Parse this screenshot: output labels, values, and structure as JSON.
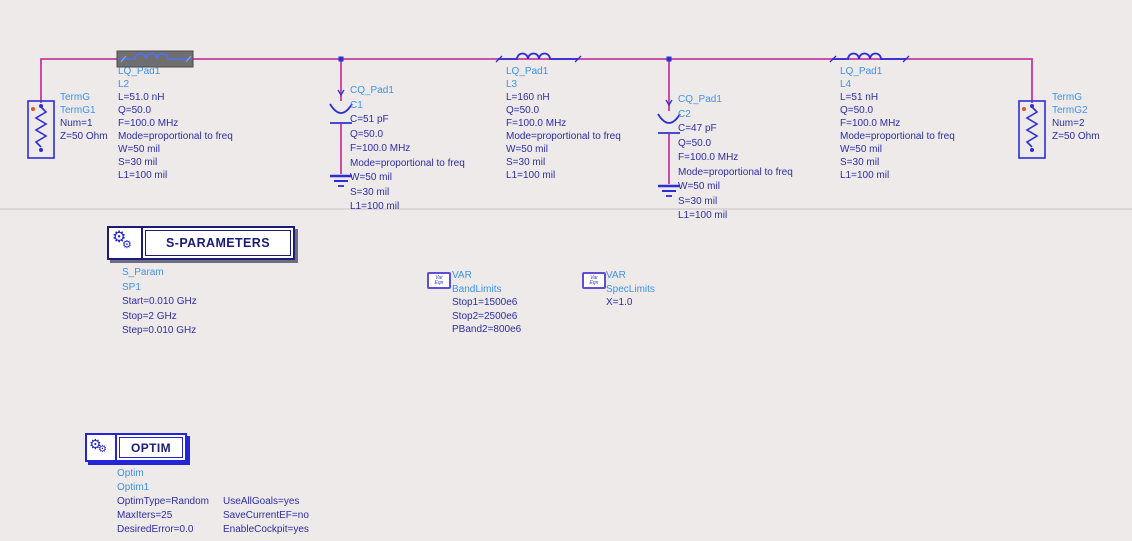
{
  "app": {
    "view": "schematic-canvas"
  },
  "accent_colors": {
    "background": "#edeae9",
    "wire": "#c73a9c",
    "component": "#2e2ed6",
    "instance_label": "#3e93ee",
    "param_label": "#2d2da6",
    "selection_gray": "#6f6f6f",
    "controller_border_navy": "#1c1c78",
    "controller_border_blue": "#2525d8",
    "pin_dot_orange": "#e0541e"
  },
  "icons": {
    "sparams_icon": "gear-icon",
    "optim_icon": "gear-icon",
    "var_icon": "var-eqn-icon"
  },
  "components": {
    "term1": {
      "type": "TermG",
      "name": "TermG1",
      "params": [
        "Num=1",
        "Z=50 Ohm"
      ]
    },
    "l2": {
      "type": "LQ_Pad1",
      "name": "L2",
      "params": [
        "L=51.0 nH",
        "Q=50.0",
        "F=100.0 MHz",
        "Mode=proportional to freq",
        "W=50 mil",
        "S=30 mil",
        "L1=100 mil"
      ]
    },
    "c1": {
      "type": "CQ_Pad1",
      "name": "C1",
      "params": [
        "C=51 pF",
        "Q=50.0",
        "F=100.0 MHz",
        "Mode=proportional to freq",
        "W=50 mil",
        "S=30 mil",
        "L1=100 mil"
      ]
    },
    "l3": {
      "type": "LQ_Pad1",
      "name": "L3",
      "params": [
        "L=160 nH",
        "Q=50.0",
        "F=100.0 MHz",
        "Mode=proportional to freq",
        "W=50 mil",
        "S=30 mil",
        "L1=100 mil"
      ]
    },
    "c2": {
      "type": "CQ_Pad1",
      "name": "C2",
      "params": [
        "C=47 pF",
        "Q=50.0",
        "F=100.0 MHz",
        "Mode=proportional to freq",
        "W=50 mil",
        "S=30 mil",
        "L1=100 mil"
      ]
    },
    "l4": {
      "type": "LQ_Pad1",
      "name": "L4",
      "params": [
        "L=51 nH",
        "Q=50.0",
        "F=100.0 MHz",
        "Mode=proportional to freq",
        "W=50 mil",
        "S=30 mil",
        "L1=100 mil"
      ]
    },
    "term2": {
      "type": "TermG",
      "name": "TermG2",
      "params": [
        "Num=2",
        "Z=50 Ohm"
      ]
    }
  },
  "controllers": {
    "sparams": {
      "box_label": "S-PARAMETERS",
      "type": "S_Param",
      "name": "SP1",
      "params": [
        "Start=0.010 GHz",
        "Stop=2 GHz",
        "Step=0.010 GHz"
      ]
    },
    "var1": {
      "box_label": "VAR",
      "icon_text": "Var Eqn",
      "name": "BandLimits",
      "params": [
        "Stop1=1500e6",
        "Stop2=2500e6",
        "PBand2=800e6"
      ]
    },
    "var2": {
      "box_label": "VAR",
      "icon_text": "Var Eqn",
      "name": "SpecLimits",
      "params": [
        "X=1.0"
      ]
    },
    "optim": {
      "box_label": "OPTIM",
      "type": "Optim",
      "name": "Optim1",
      "params_left": [
        "OptimType=Random",
        "MaxIters=25",
        "DesiredError=0.0"
      ],
      "params_right": [
        "UseAllGoals=yes",
        "SaveCurrentEF=no",
        "EnableCockpit=yes"
      ]
    }
  }
}
